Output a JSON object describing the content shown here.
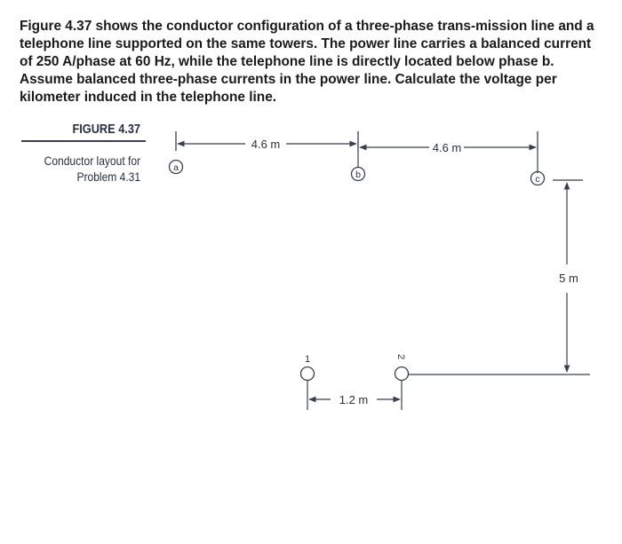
{
  "problem_text": "Figure 4.37 shows the conductor configuration of a three-phase trans-mission line and a telephone line supported on the same towers. The power line carries a balanced current of 250 A/phase at 60 Hz, while the telephone line is directly located below phase b. Assume balanced three-phase currents in the power line. Calculate the voltage per kilometer induced in the telephone line.",
  "figure": {
    "title": "FIGURE 4.37",
    "caption_line1": "Conductor layout for",
    "caption_line2": "Problem 4.31"
  },
  "diagram": {
    "conductors": [
      {
        "label": "a"
      },
      {
        "label": "b"
      },
      {
        "label": "c"
      },
      {
        "label": "1"
      },
      {
        "label": "2"
      }
    ],
    "dimensions": {
      "ab": "4.6 m",
      "bc": "4.6 m",
      "vertical": "5 m",
      "telephone": "1.2 m"
    }
  },
  "colors": {
    "line": "#3a3f4c",
    "text": "#1a1a1a"
  }
}
